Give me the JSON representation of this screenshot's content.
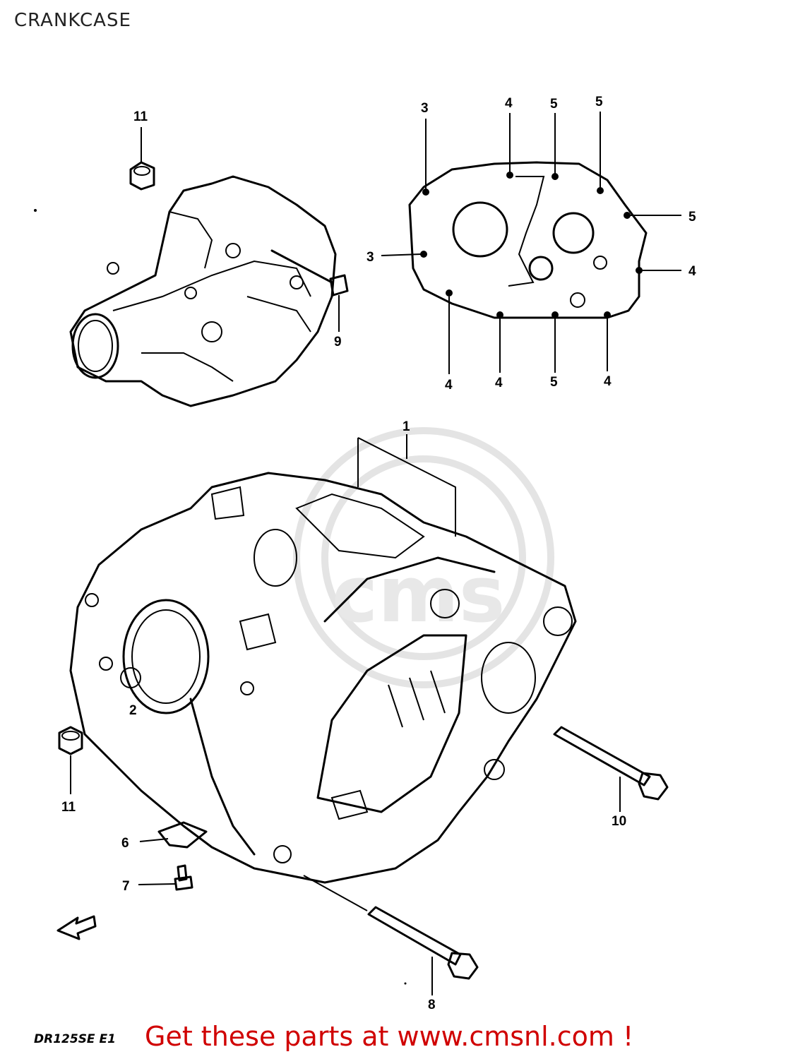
{
  "title": "CRANKCASE",
  "callouts": {
    "c1": "1",
    "c2": "2",
    "c3a": "3",
    "c3b": "3",
    "c4a": "4",
    "c4b": "4",
    "c4c": "4",
    "c4d": "4",
    "c4e": "4",
    "c5a": "5",
    "c5b": "5",
    "c5c": "5",
    "c5d": "5",
    "c6": "6",
    "c7": "7",
    "c8": "8",
    "c9": "9",
    "c10": "10",
    "c11a": "11",
    "c11b": "11"
  },
  "watermark": "cms",
  "footer": {
    "model_code": "DR125SE E1",
    "shop_link": "Get these parts at www.cmsnl.com !"
  },
  "colors": {
    "link": "#d00000",
    "line": "#000000"
  }
}
